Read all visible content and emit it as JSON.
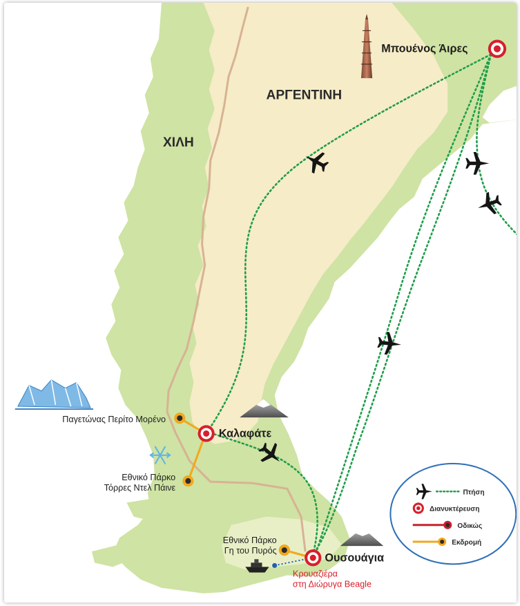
{
  "map": {
    "countries": {
      "argentina": "ΑΡΓΕΝΤΙΝΗ",
      "chile": "ΧΙΛΗ"
    },
    "cities": {
      "buenos_aires": "Μπουένος Άιρες",
      "calafate": "Καλαφάτε",
      "ushuaia": "Ουσουάγια"
    },
    "excursions": {
      "perito_moreno": "Παγετώνας Περίτο Μορένο",
      "torres_line1": "Εθνικό Πάρκο",
      "torres_line2": "Τόρρες Ντελ Πάινε",
      "tierra_line1": "Εθνικό Πάρκο",
      "tierra_line2": "Γη του Πυρός",
      "beagle_line1": "Κρουαζιέρα",
      "beagle_line2": "στη Διώρυγα Beagle"
    },
    "legend": {
      "flight": "Πτήση",
      "overnight": "Διανυκτέρευση",
      "road": "Οδικώς",
      "excursion": "Εκδρομή"
    },
    "colors": {
      "land_light": "#f6ecc7",
      "land_green": "#cfe3a4",
      "water": "#ffffff",
      "flight_route": "#1f9e4a",
      "road_route": "#c9202c",
      "excursion_route": "#f2a81d",
      "overnight_marker": "#d81f2a",
      "beagle_text": "#d81f2a"
    },
    "icons": [
      "airplane-icon",
      "mountain-icon",
      "glacier-icon",
      "snowflake-icon",
      "obelisk-icon",
      "ship-icon"
    ]
  }
}
